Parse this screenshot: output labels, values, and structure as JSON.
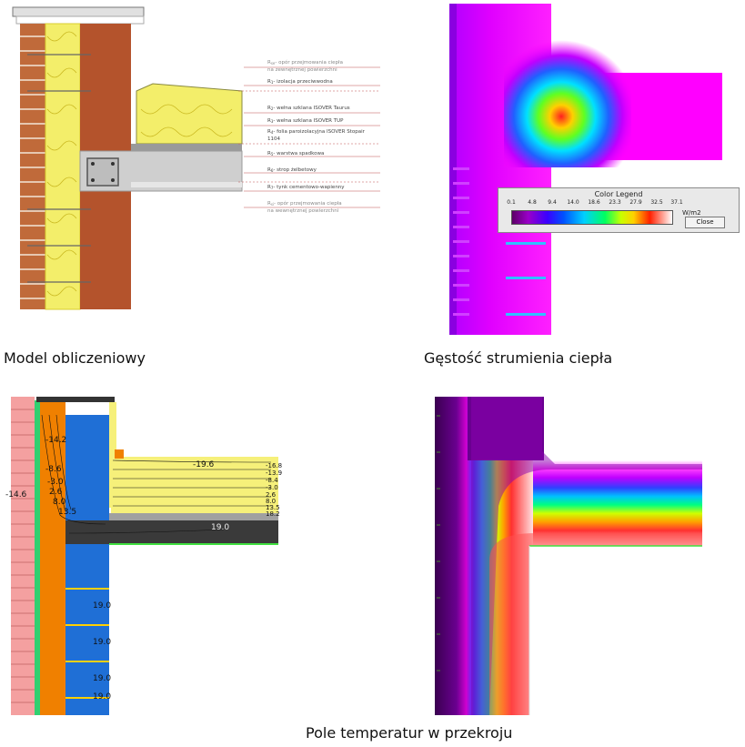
{
  "captions": {
    "model": "Model obliczeniowy",
    "flux": "Gęstość strumienia ciepła",
    "temperature": "Pole temperatur w przekroju"
  },
  "model_labels": [
    {
      "sym": "R",
      "sub": "se",
      "text": "- opór przejmowania ciepła",
      "text2": "na zewnętrznej powierzchni",
      "color": "#888888"
    },
    {
      "sym": "R",
      "sub": "1",
      "text": "- izolacja przeciwwodna",
      "color": "#444444"
    },
    {
      "sym": "R",
      "sub": "2",
      "text": "- wełna szklana ISOVER Taurus",
      "color": "#444444"
    },
    {
      "sym": "R",
      "sub": "3",
      "text": "- wełna szklana ISOVER TUP",
      "color": "#444444"
    },
    {
      "sym": "R",
      "sub": "4",
      "text": "- folia paroizolacyjna ISOVER Stopair",
      "text2": "1104",
      "color": "#444444"
    },
    {
      "sym": "R",
      "sub": "5",
      "text": "- warstwa spadkowa",
      "color": "#444444"
    },
    {
      "sym": "R",
      "sub": "6",
      "text": "- strop żelbetowy",
      "color": "#444444"
    },
    {
      "sym": "R",
      "sub": "7",
      "text": "- tynk cementowo-wapienny",
      "color": "#444444"
    },
    {
      "sym": "R",
      "sub": "si",
      "text": "- opór przejmowania ciepła",
      "text2": "na wewnętrznej powierzchni",
      "color": "#888888"
    }
  ],
  "legend": {
    "title": "Color Legend",
    "ticks": [
      "0.1",
      "4.8",
      "9.4",
      "14.0",
      "18.6",
      "23.3",
      "27.9",
      "32.5",
      "37.1"
    ],
    "unit": "W/m2",
    "close": "Close"
  },
  "isotherm_labels": {
    "left_ext": "-14.6",
    "wall": [
      "-14.2",
      "-8.6",
      "-3.0",
      "2.6",
      "8.0",
      "13.5"
    ],
    "roof": "-19.6",
    "roof_stack": [
      "-16.8",
      "-13.9",
      "-8.4",
      "-3.0",
      "2.6",
      "8.0",
      "13.5",
      "18.2"
    ],
    "slab": "19.0",
    "interior": [
      "19.0",
      "19.0",
      "19.0",
      "19.0"
    ]
  },
  "colors": {
    "brick": "#b5562f",
    "insulation": "#f6f07a",
    "concrete": "#cfcfcf",
    "flux_bg": "#ff00ff",
    "temp_brick": "#f08a8a",
    "temp_blue": "#1f6fd6",
    "temp_orange": "#f08000"
  }
}
